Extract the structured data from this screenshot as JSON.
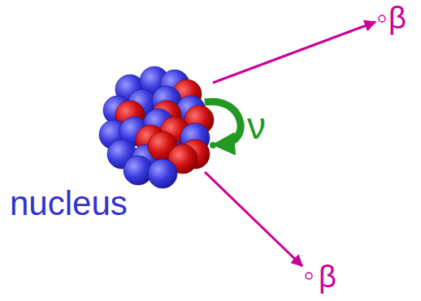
{
  "diagram": {
    "labels": [
      "β",
      "ν",
      "nucleus",
      "β"
    ]
  }
}
